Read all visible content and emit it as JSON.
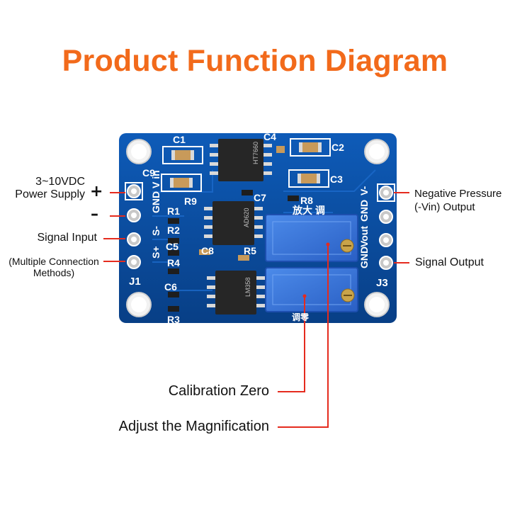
{
  "title": "Product Function Diagram",
  "labels": {
    "power_supply_line1": "3~10VDC",
    "power_supply_line2": "Power Supply",
    "plus_symbol": "+",
    "minus_symbol": "–",
    "signal_input": "Signal Input",
    "multiple_methods_line1": "(Multiple Connection",
    "multiple_methods_line2": "Methods)",
    "negative_pressure_line1": "Negative Pressure",
    "negative_pressure_line2": "(-Vin) Output",
    "signal_output": "Signal Output",
    "calibration_zero": "Calibration Zero",
    "adjust_magnification": "Adjust the Magnification"
  },
  "board": {
    "j1_pins": [
      "V in",
      "GND",
      "S-",
      "S+"
    ],
    "j1_label": "J1",
    "j3_pins": [
      "V-",
      "GND",
      "Vout",
      "GND"
    ],
    "j3_label": "J3",
    "components": [
      "C1",
      "C2",
      "C3",
      "C4",
      "C5",
      "C6",
      "C7",
      "C8",
      "C9",
      "R1",
      "R2",
      "R3",
      "R4",
      "R5",
      "R8",
      "R9"
    ],
    "chip_top": "HT7660",
    "chip_mid": "AD620",
    "chip_bot": "LM358",
    "pot_text": "放大 调",
    "zero_text": "调零"
  },
  "colors": {
    "title": "#F26A1B",
    "board": "#0A4FA3",
    "pointer": "#E52B1E",
    "pot": "#2F6FD8"
  }
}
